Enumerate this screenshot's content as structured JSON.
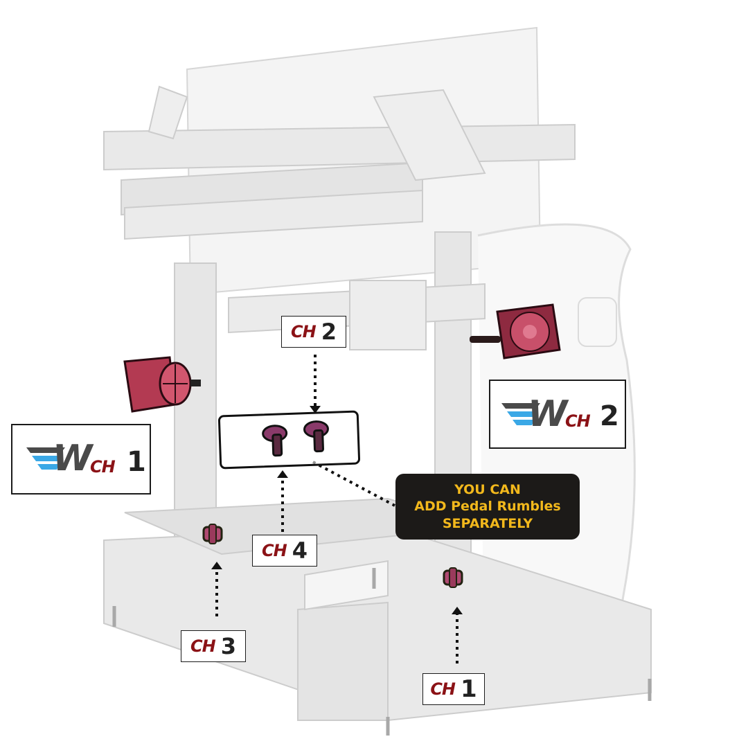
{
  "diagram": {
    "subject": "sim racing rig frame with tactile transducer channel placements",
    "colors": {
      "channel_red": "#8b1216",
      "number_dark": "#222222",
      "logo_gray": "#4a4a4a",
      "logo_blue": "#3aa8e6",
      "callout_bg": "#1c1a18",
      "callout_text": "#f2b81c",
      "transducer": "#c0435a",
      "frame_gray": "#bdbdbd"
    },
    "labels": {
      "wind_ch1": {
        "ch": "CH",
        "num": "1",
        "logo": "W"
      },
      "wind_ch2": {
        "ch": "CH",
        "num": "2",
        "logo": "W"
      },
      "ch1": {
        "ch": "CH",
        "num": "1"
      },
      "ch2": {
        "ch": "CH",
        "num": "2"
      },
      "ch3": {
        "ch": "CH",
        "num": "3"
      },
      "ch4": {
        "ch": "CH",
        "num": "4"
      }
    },
    "callout": {
      "line1": "YOU CAN",
      "line2": "ADD Pedal Rumbles",
      "line3": "SEPARATELY"
    },
    "components": [
      {
        "name": "wind-fan-left",
        "icon": "fan-icon"
      },
      {
        "name": "wind-fan-right",
        "icon": "fan-icon"
      },
      {
        "name": "pedal-rumbles",
        "icon": "rumble-motor-icon",
        "count": 2
      },
      {
        "name": "transducer-ch3",
        "icon": "transducer-icon"
      },
      {
        "name": "transducer-ch1",
        "icon": "transducer-icon"
      }
    ]
  }
}
